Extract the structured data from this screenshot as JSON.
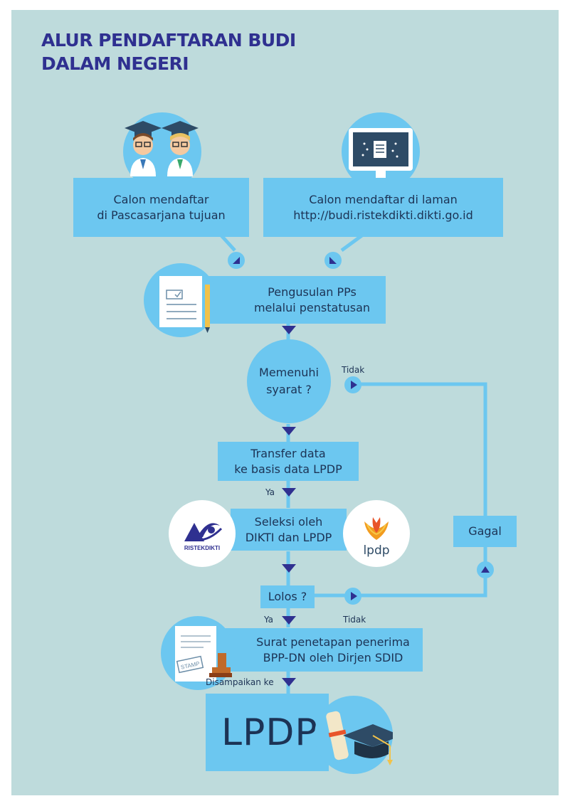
{
  "title": {
    "line1": "ALUR PENDAFTARAN BUDI",
    "line2": "DALAM NEGERI"
  },
  "steps": {
    "pascasarjana": [
      "Calon mendaftar",
      "di Pascasarjana tujuan"
    ],
    "laman": [
      "Calon mendaftar di laman",
      "http://budi.ristekdikti.dikti.go.id"
    ],
    "pengusulan": [
      "Pengusulan PPs",
      "melalui penstatusan"
    ],
    "memenuhi": [
      "Memenuhi",
      "syarat ?"
    ],
    "transfer": [
      "Transfer data",
      "ke basis data LPDP"
    ],
    "seleksi": [
      "Seleksi oleh",
      "DIKTI dan LPDP"
    ],
    "lolos": "Lolos ?",
    "gagal": "Gagal",
    "surat": [
      "Surat penetapan penerima",
      "BPP-DN oleh Dirjen SDID"
    ],
    "lpdp": "LPDP"
  },
  "labels": {
    "tidak_1": "Tidak",
    "ya_1": "Ya",
    "ya_2": "Ya",
    "tidak_2": "Tidak",
    "disampaikan": "Disampaikan ke"
  },
  "logos": {
    "ristekdikti": "RISTEKDIKTI",
    "lpdp": "lpdp",
    "stamp": "STAMP"
  },
  "colors": {
    "background": "#bedbdc",
    "box": "#6cc7f0",
    "circle": "#6cc7f0",
    "title": "#2f3090",
    "text": "#1c3355",
    "arrow": "#2f3090"
  }
}
